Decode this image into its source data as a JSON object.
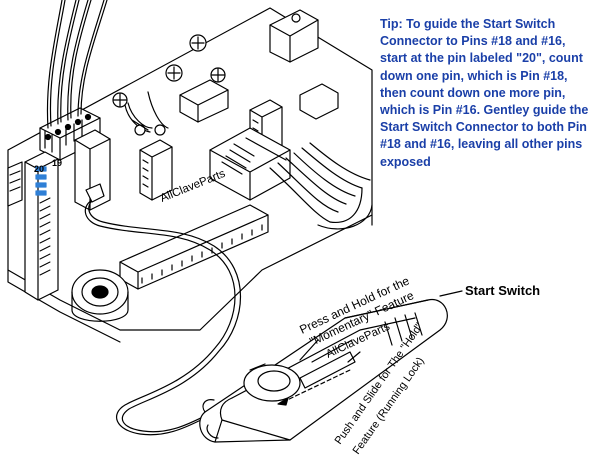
{
  "tip": "Tip:  To guide the Start Switch Connector to Pins #18 and #16, start at the pin labeled \"20\", count down one pin, which is Pin #18, then count down one more pin, which is Pin #16. Gentley guide the Start Switch Connector to both Pin #18 and #16, leaving all other pins exposed",
  "labels": {
    "start_switch": "Start Switch",
    "press_hold_line1": "Press and Hold for the",
    "press_hold_line2": "\"Momentary\" Feature",
    "push_slide_line1": "Push and Slide for The \"Hold\"",
    "push_slide_line2": "Feature (Running Lock)",
    "watermark_board": "AllClaveParts",
    "watermark_switch": "AllClaveParts",
    "pin_20": "20",
    "pin_19": "19"
  },
  "colors": {
    "tip_text": "#1a3fa8",
    "pin_highlight": "#2f7fd6",
    "line": "#000000"
  }
}
